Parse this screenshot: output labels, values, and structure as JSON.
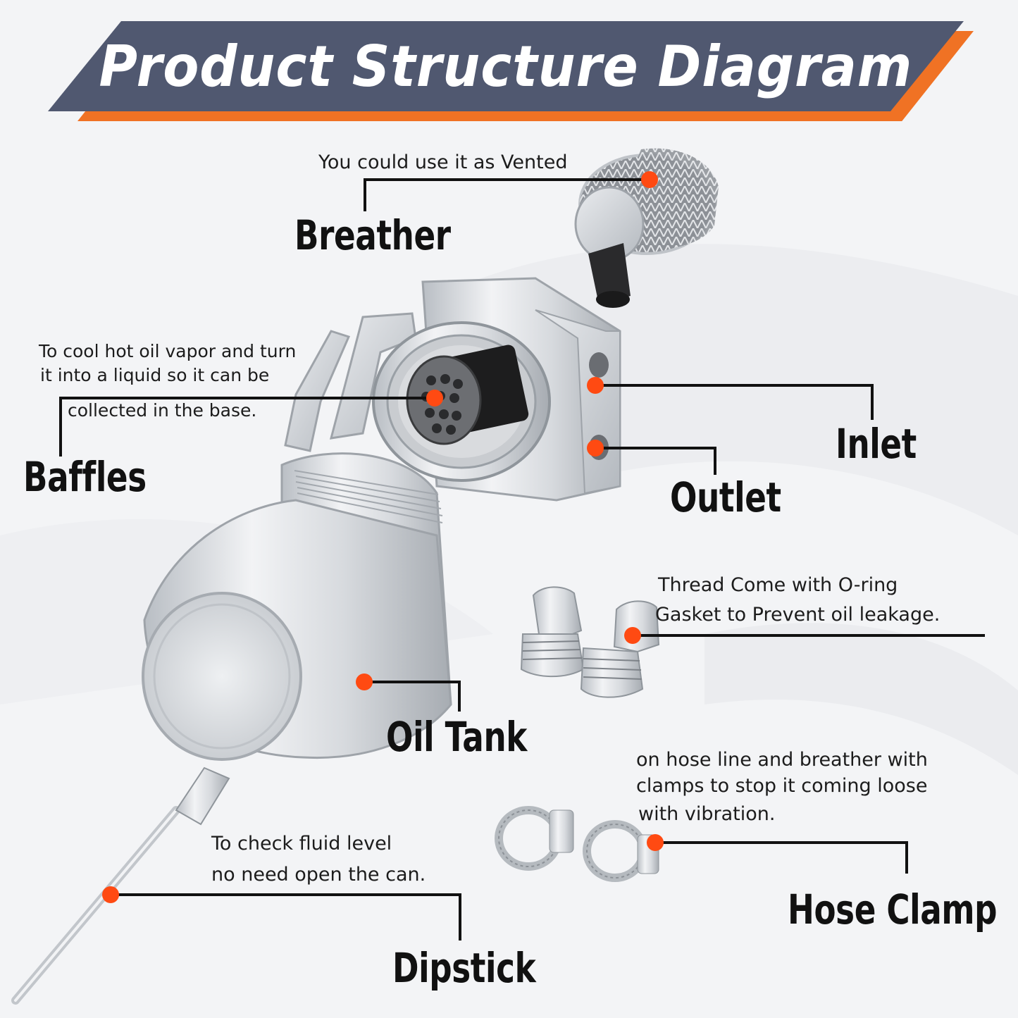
{
  "banner": {
    "title": "Product Structure Diagram"
  },
  "colors": {
    "banner": "#505870",
    "banner_accent": "#f07224",
    "dot": "#ff4a12",
    "leader": "#111111"
  },
  "parts": [
    {
      "id": "breather",
      "label": "Breather",
      "desc": [
        "You could use it as Vented"
      ]
    },
    {
      "id": "baffles",
      "label": "Baffles",
      "desc": [
        "To cool hot oil vapor and turn",
        "it into a liquid so it can be",
        "collected in the base."
      ]
    },
    {
      "id": "inlet",
      "label": "Inlet",
      "desc": []
    },
    {
      "id": "outlet",
      "label": "Outlet",
      "desc": []
    },
    {
      "id": "fittings",
      "label": "",
      "desc": [
        "Thread Come with O-ring",
        "Gasket to Prevent oil leakage."
      ]
    },
    {
      "id": "oil_tank",
      "label": "Oil Tank",
      "desc": []
    },
    {
      "id": "hose_clamp",
      "label": "Hose Clamp",
      "desc": [
        "on hose line and breather with",
        "clamps to stop it coming loose",
        "with vibration."
      ]
    },
    {
      "id": "dipstick",
      "label": "Dipstick",
      "desc": [
        "To check fluid level",
        "no need open the can."
      ]
    }
  ]
}
